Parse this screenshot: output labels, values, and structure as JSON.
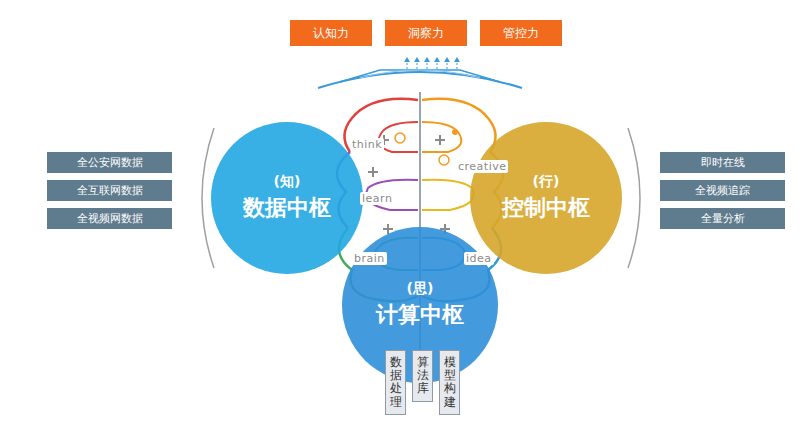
{
  "diagram": {
    "nodes": [
      {
        "text": [
          "认知力"
        ]
      },
      {
        "text": [
          "洞察力"
        ]
      },
      {
        "text": [
          "管控力"
        ]
      },
      {
        "text": [
          "全公安网数据"
        ]
      },
      {
        "text": [
          "全互联网数据"
        ]
      },
      {
        "text": [
          "全视频网数据"
        ]
      },
      {
        "text": [
          "(知)",
          "数据中枢"
        ]
      },
      {
        "text": [
          "(行)",
          "控制中枢"
        ]
      },
      {
        "text": [
          "即时在线"
        ]
      },
      {
        "text": [
          "全视频追踪"
        ]
      },
      {
        "text": [
          "全量分析"
        ]
      },
      {
        "text": [
          "(思)",
          "计算中枢"
        ]
      },
      {
        "text": [
          "数据处理"
        ]
      },
      {
        "text": [
          "算法库"
        ]
      },
      {
        "text": [
          "模型构建"
        ]
      }
    ],
    "labels": [
      "think",
      "creative",
      "learn",
      "brain",
      "idea"
    ]
  }
}
